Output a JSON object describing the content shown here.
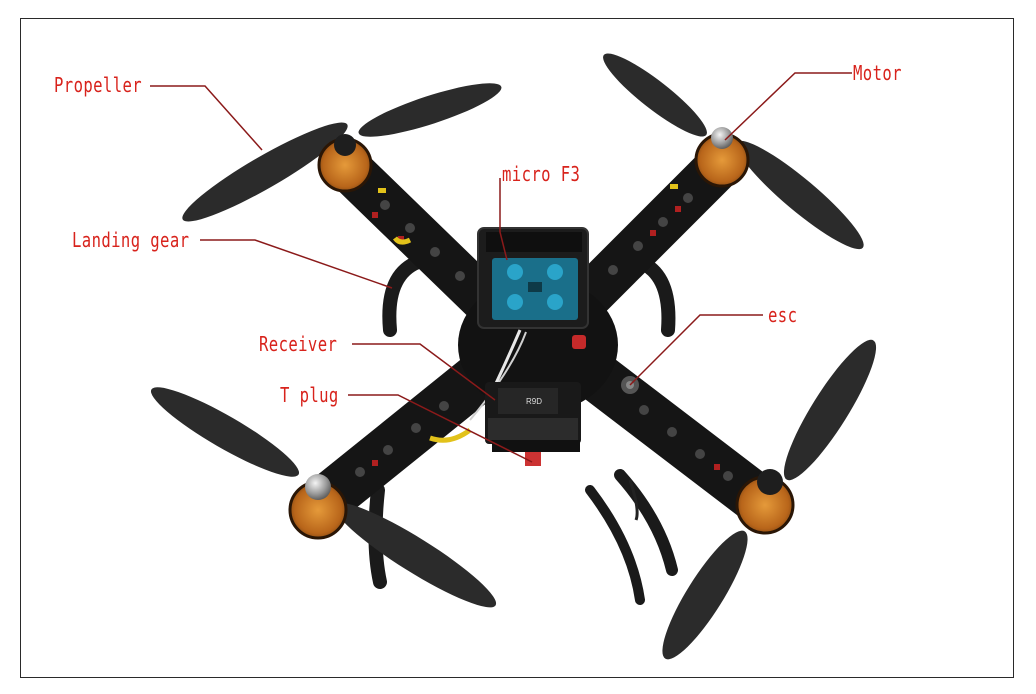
{
  "labels": {
    "propeller": "Propeller",
    "motor": "Motor",
    "micro_f3": "micro F3",
    "landing_gear": "Landing gear",
    "esc": "esc",
    "receiver": "Receiver",
    "t_plug": "T  plug"
  },
  "board_text": {
    "receiver_model": "R9D"
  },
  "colors": {
    "label_text": "#d8231c",
    "leader_line": "#8b1a1a",
    "frame_body": "#151515",
    "motor_orange": "#c8741f",
    "propeller": "#2b2b2b",
    "board_blue": "#2aa4c9",
    "border": "#2a2a2a"
  },
  "icons": {
    "motor": "motor-icon",
    "propeller": "propeller-icon",
    "landing_gear": "landing-gear-icon",
    "flight_controller": "flight-controller-icon",
    "receiver": "receiver-icon"
  }
}
